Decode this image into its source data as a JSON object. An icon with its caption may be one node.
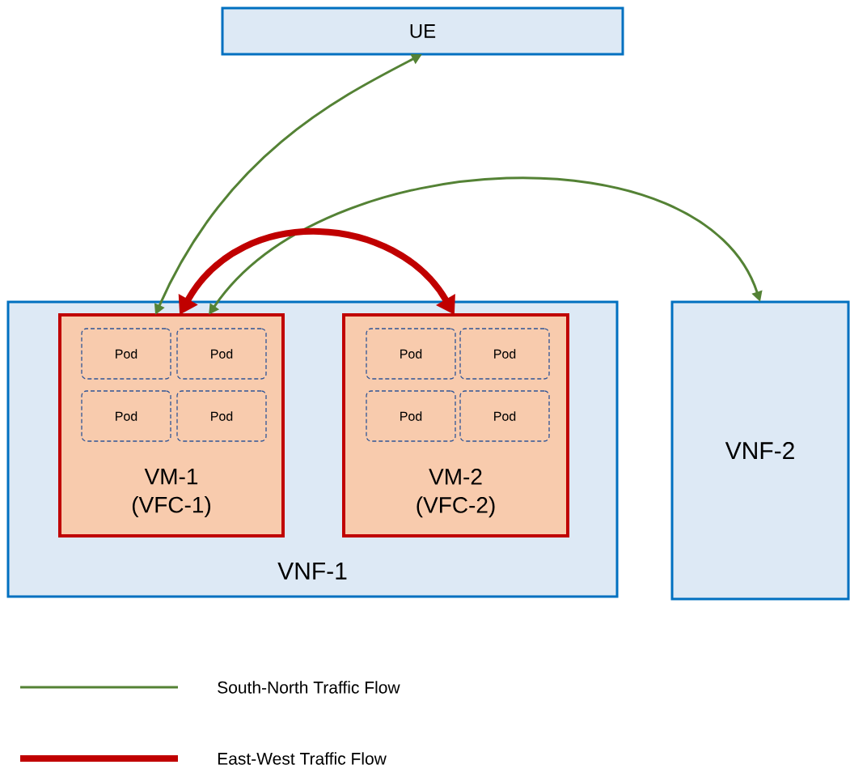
{
  "diagram": {
    "nodes": [
      {
        "text": [
          "UE"
        ]
      },
      {
        "text": [
          "VNF-1"
        ]
      },
      {
        "text": [
          "VM-1 (VFC-1)"
        ],
        "in": 1
      },
      {
        "text": [
          "Pod"
        ],
        "in": 2
      },
      {
        "text": [
          "Pod"
        ],
        "in": 2
      },
      {
        "text": [
          "Pod"
        ],
        "in": 2
      },
      {
        "text": [
          "Pod"
        ],
        "in": 2
      },
      {
        "text": [
          "VM-2 (VFC-2)"
        ],
        "in": 1
      },
      {
        "text": [
          "Pod"
        ],
        "in": 7
      },
      {
        "text": [
          "Pod"
        ],
        "in": 7
      },
      {
        "text": [
          "Pod"
        ],
        "in": 7
      },
      {
        "text": [
          "Pod"
        ],
        "in": 7
      },
      {
        "text": [
          "VNF-2"
        ]
      }
    ],
    "edges": [
      {
        "from": 2,
        "to": 0,
        "arrow": "both"
      },
      {
        "from": 2,
        "to": 12,
        "arrow": "both"
      },
      {
        "from": 2,
        "to": 7,
        "arrow": "both",
        "style": "thick",
        "color": "#c00000"
      }
    ],
    "legend": [
      {
        "text": "South-North Traffic Flow"
      },
      {
        "text": "East-West Traffic Flow"
      }
    ]
  }
}
